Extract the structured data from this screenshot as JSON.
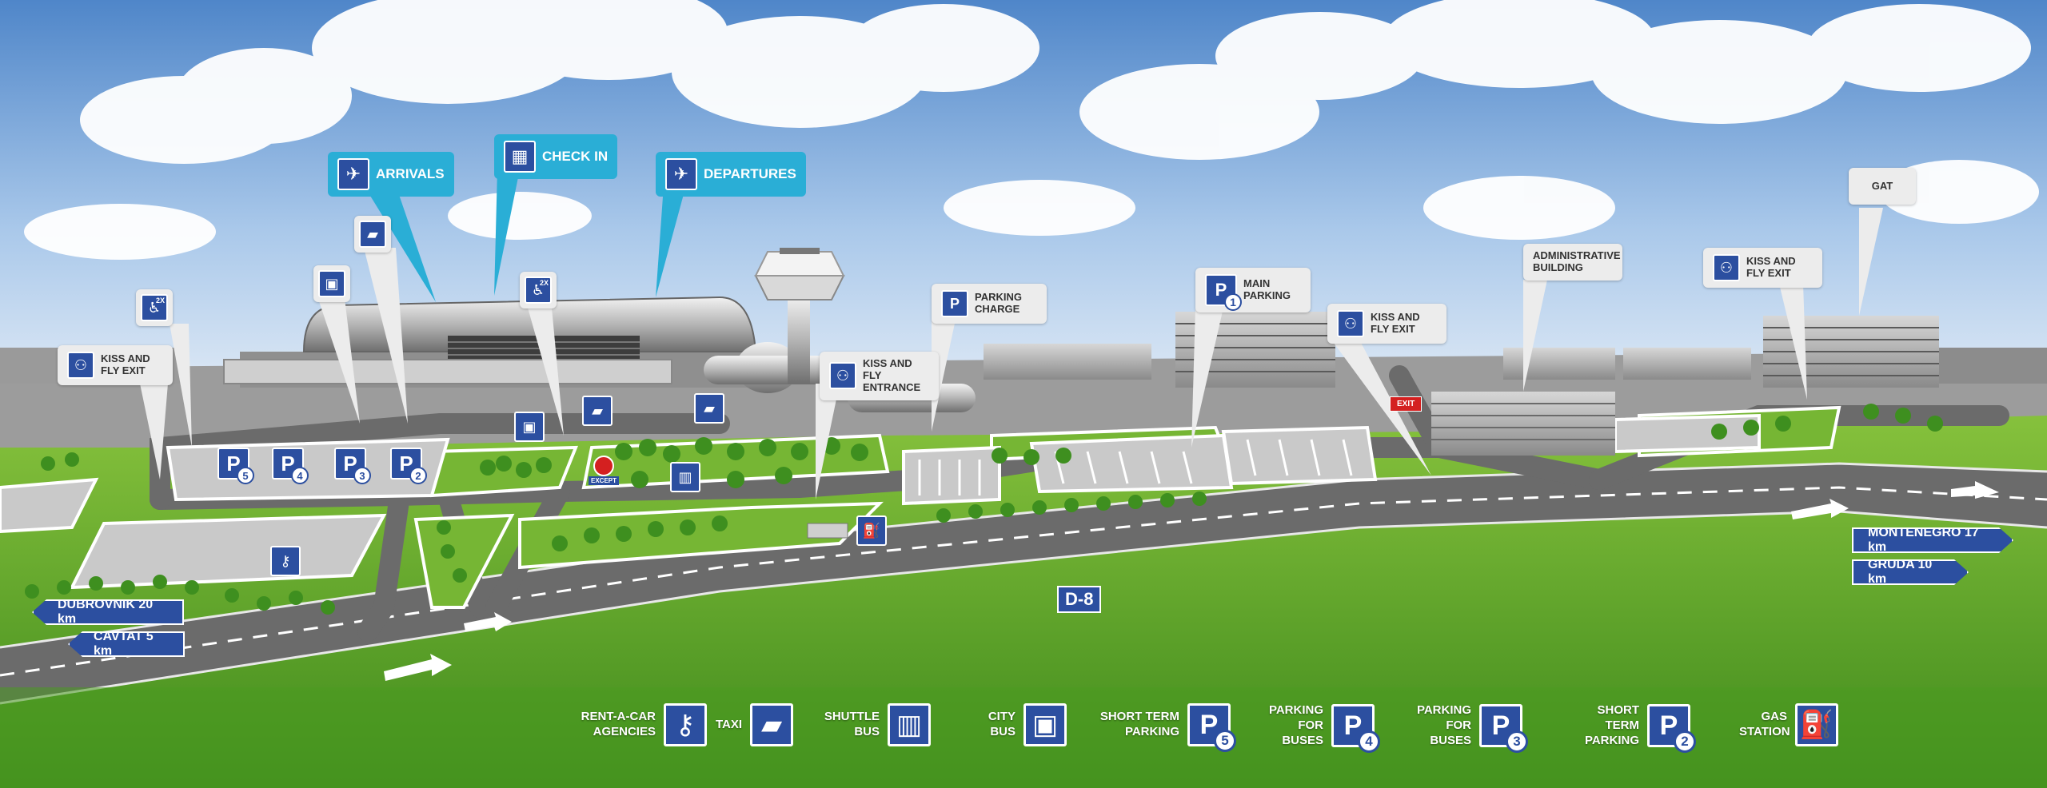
{
  "colors": {
    "sign_blue": "#2c4fa0",
    "callout_cyan": "#2aaed6",
    "grass": "#6fae2c",
    "road": "#6b6b6b",
    "sky": "#6f9fd6"
  },
  "callouts": {
    "arrivals": "ARRIVALS",
    "check_in": "CHECK IN",
    "departures": "DEPARTURES",
    "kiss_fly_exit_left": "KISS AND FLY EXIT",
    "kiss_fly_entrance": "KISS AND FLY ENTRANCE",
    "parking_charge": "PARKING CHARGE",
    "main_parking": "MAIN PARKING",
    "kiss_fly_exit_mid": "KISS AND FLY EXIT",
    "administrative_building": "ADMINISTRATIVE BUILDING",
    "kiss_fly_exit_right": "KISS AND FLY EXIT",
    "gat": "GAT",
    "wheelchair_badge": "2X"
  },
  "map_signs": {
    "exit": "EXIT",
    "except": "EXCEPT",
    "road": "D-8",
    "p5": "5",
    "p4": "4",
    "p3": "3",
    "p2": "2",
    "p1": "1",
    "p_letter": "P"
  },
  "directions": {
    "dubrovnik": "DUBROVNIK 20 km",
    "cavtat": "CAVTAT 5 km",
    "montenegro": "MONTENEGRO 17 km",
    "gruda": "GRUDA 10 km"
  },
  "legend": [
    {
      "label": "RENT-A-CAR AGENCIES",
      "icon": "car-key-icon"
    },
    {
      "label": "TAXI",
      "icon": "taxi-icon"
    },
    {
      "label": "SHUTTLE BUS",
      "icon": "shuttle-bus-icon"
    },
    {
      "label": "CITY BUS",
      "icon": "city-bus-icon"
    },
    {
      "label": "SHORT TERM PARKING",
      "icon": "parking-icon",
      "num": "5"
    },
    {
      "label": "PARKING FOR BUSES",
      "icon": "parking-icon",
      "num": "4"
    },
    {
      "label": "PARKING FOR BUSES",
      "icon": "parking-icon",
      "num": "3"
    },
    {
      "label": "SHORT TERM PARKING",
      "icon": "parking-icon",
      "num": "2"
    },
    {
      "label": "GAS STATION",
      "icon": "gas-station-icon"
    }
  ]
}
